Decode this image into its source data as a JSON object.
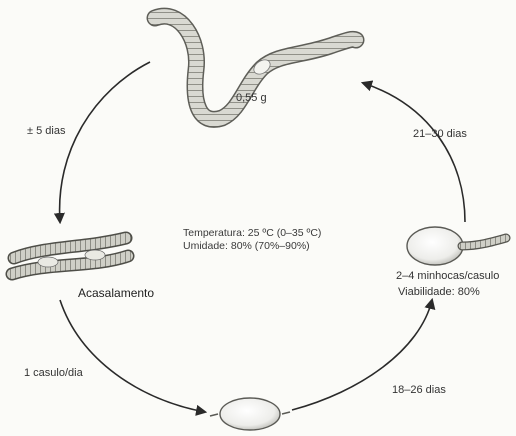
{
  "diagram": {
    "stages": {
      "adult_mass": "0,55 g",
      "mating": "Acasalamento",
      "cocoon_output": "2–4 minhocas/casulo",
      "viability": "Viabilidade: 80%"
    },
    "transitions": {
      "to_mating": "± 5 dias",
      "laying": "1 casulo/dia",
      "incubation": "18–26 dias",
      "growth": "21–30 dias"
    },
    "conditions": {
      "temperature": "Temperatura: 25 ºC (0–35 ºC)",
      "humidity": "Umidade: 80% (70%–90%)"
    },
    "icons": [
      "adult-worm-icon",
      "mating-worms-icon",
      "cocoon-icon",
      "hatching-cocoon-icon",
      "cycle-arrow-icon"
    ]
  }
}
